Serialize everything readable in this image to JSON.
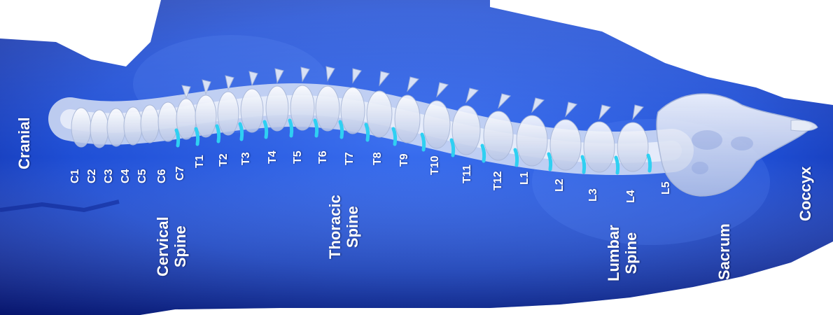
{
  "vertebrae": [
    "C1",
    "C2",
    "C3",
    "C4",
    "C5",
    "C6",
    "C7",
    "T1",
    "T2",
    "T3",
    "T4",
    "T5",
    "T6",
    "T7",
    "T8",
    "T9",
    "T10",
    "T11",
    "T12",
    "L1",
    "L2",
    "L3",
    "L4",
    "L5"
  ],
  "regions": {
    "cranial": "Cranial",
    "cervical": [
      "Cervical",
      "Spine"
    ],
    "thoracic": [
      "Thoracic",
      "Spine"
    ],
    "lumbar": [
      "Lumbar",
      "Spine"
    ],
    "sacrum": "Sacrum",
    "coccyx": "Coccyx"
  },
  "colors": {
    "body": "#1f4fd6",
    "body_dark": "#0a1f8c",
    "bone": "#e9eef8",
    "disc": "#2fd0f2"
  }
}
